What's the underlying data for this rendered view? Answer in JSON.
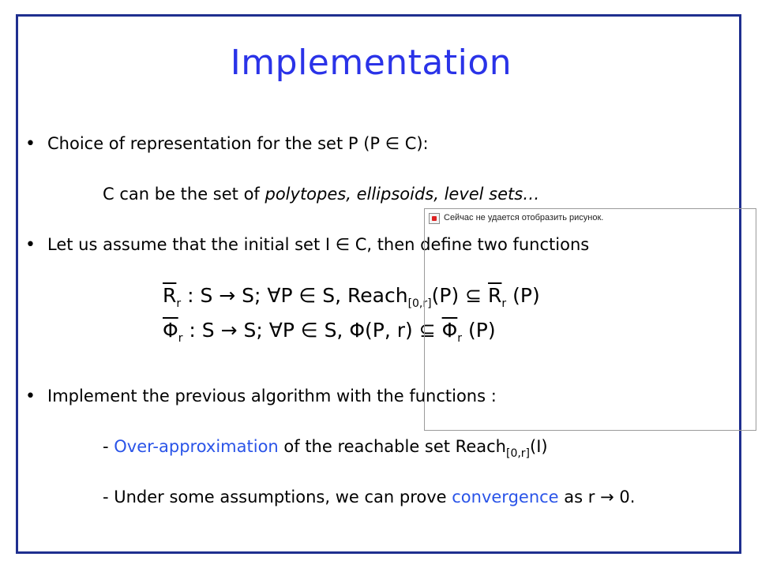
{
  "slide": {
    "title": "Implementation",
    "bullet1": "Choice of representation for the set P (P ∈ C):",
    "line2_a": "C can be the set of ",
    "line2_b": "polytopes, ellipsoids, level sets…",
    "bullet2": "Let us assume that the initial set I ∈ C, then define two functions",
    "eq1_a": "R",
    "eq1_r": "r",
    "eq1_b": " : S → S;   ∀P ∈ S, Reach",
    "eq1_sub": "[0,r]",
    "eq1_c": "(P) ⊆ ",
    "eq1_d": "R",
    "eq1_r2": "r",
    "eq1_e": " (P)",
    "eq2_a": "Φ",
    "eq2_r": "r",
    "eq2_b": " : S → S;   ∀P ∈ S, Φ(P, r) ⊆ ",
    "eq2_d": "Φ",
    "eq2_r2": "r",
    "eq2_e": " (P)",
    "bullet3": "Implement the previous algorithm with the functions :",
    "line4_a": "- ",
    "line4_b": "Over-approximation",
    "line4_c": " of the reachable set Reach",
    "line4_sub": "[0,r]",
    "line4_d": "(I)",
    "line5_a": "- Under some assumptions, we can prove ",
    "line5_b": "convergence",
    "line5_c": " as r → 0.",
    "bullet_glyph": "•"
  },
  "broken_image": {
    "text": "Сейчас не удается отобразить рисунок.",
    "icon": "broken-image-icon"
  }
}
